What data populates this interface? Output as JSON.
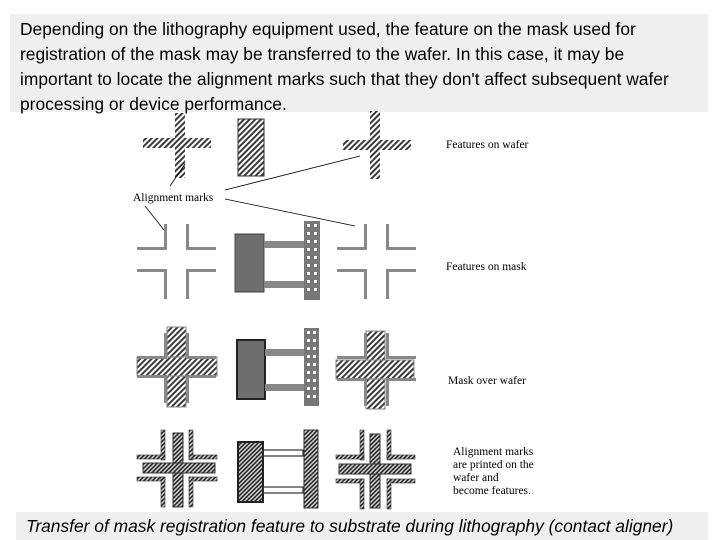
{
  "intro_text": "Depending on the lithography equipment used, the feature on the mask used for registration of the mask may be transferred to the wafer. In this case, it may be important to locate the alignment marks such that they don't affect subsequent wafer processing or device performance.",
  "caption": "Transfer of mask registration feature to substrate during lithography (contact aligner)",
  "figure": {
    "alignment_marks_label": "Alignment marks",
    "rows": [
      {
        "label": "Features on wafer"
      },
      {
        "label": "Features on mask"
      },
      {
        "label": "Mask over wafer"
      },
      {
        "label_lines": [
          "Alignment marks",
          "are printed on the",
          "wafer and",
          "become features."
        ]
      }
    ]
  }
}
